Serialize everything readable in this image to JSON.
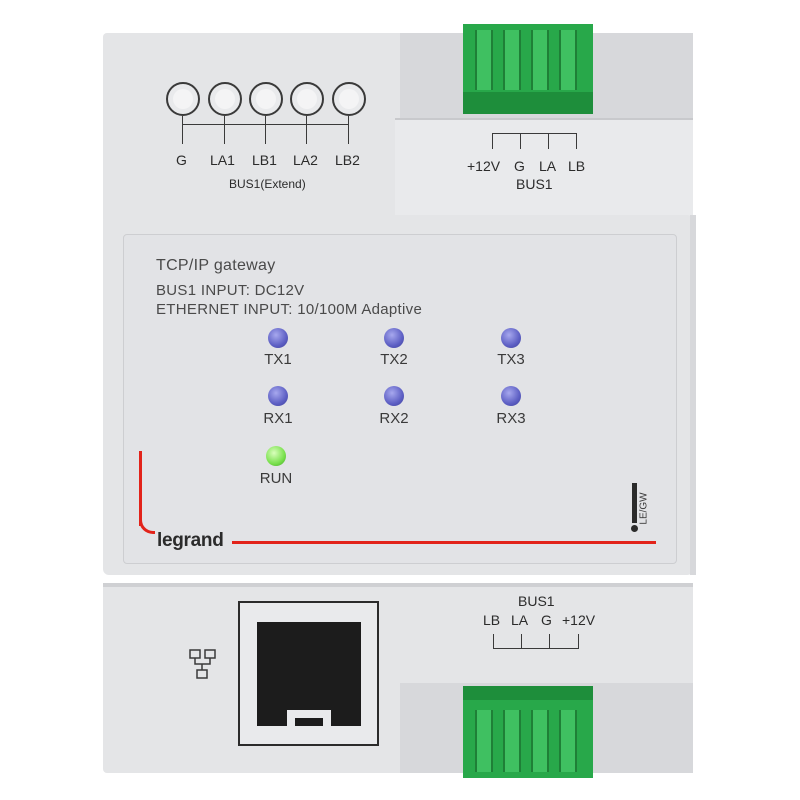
{
  "device": {
    "top_terminals": {
      "labels": [
        "G",
        "LA1",
        "LB1",
        "LA2",
        "LB2"
      ],
      "group_label": "BUS1(Extend)"
    },
    "top_right_connector": {
      "labels": [
        "+12V",
        "G",
        "LA",
        "LB"
      ],
      "group_label": "BUS1"
    },
    "panel": {
      "title": "TCP/IP gateway",
      "line1": "BUS1  INPUT: DC12V",
      "line2": "ETHERNET  INPUT: 10/100M Adaptive",
      "leds": {
        "tx1": "TX1",
        "tx2": "TX2",
        "tx3": "TX3",
        "rx1": "RX1",
        "rx2": "RX2",
        "rx3": "RX3",
        "run": "RUN"
      },
      "brand": "legrand",
      "model_code": "LE/GW"
    },
    "bottom_connector": {
      "group_label": "BUS1",
      "labels": [
        "LB",
        "LA",
        "G",
        "+12V"
      ]
    },
    "colors": {
      "housing_light": "#e4e5e7",
      "housing_mid": "#d7d8db",
      "panel": "#e2e3e6",
      "brand_red": "#e2231a",
      "terminal_green": "#28a84a",
      "led_blue": "#5d5fc4",
      "led_green": "#79e04d"
    },
    "icons": {
      "network": "network-icon",
      "ethernet_port": "rj45-port-icon"
    }
  }
}
